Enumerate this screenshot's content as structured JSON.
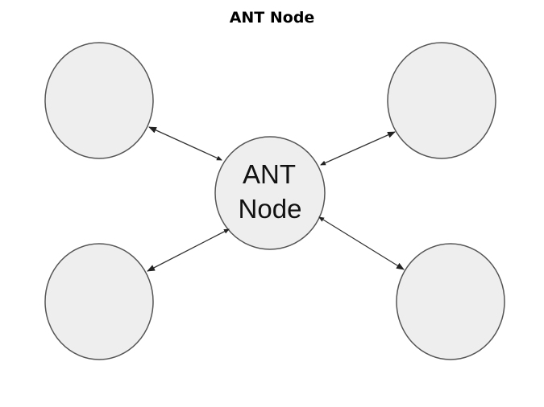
{
  "title": "ANT Node",
  "diagram": {
    "center_node": {
      "label_lines": [
        "ANT",
        "Node"
      ]
    },
    "peripheral_nodes": [
      {
        "position": "top-left",
        "label": ""
      },
      {
        "position": "top-right",
        "label": ""
      },
      {
        "position": "bottom-left",
        "label": ""
      },
      {
        "position": "bottom-right",
        "label": ""
      }
    ],
    "connections": [
      {
        "from": "center",
        "to": "top-left",
        "direction": "bidirectional"
      },
      {
        "from": "center",
        "to": "top-right",
        "direction": "bidirectional"
      },
      {
        "from": "center",
        "to": "bottom-left",
        "direction": "bidirectional"
      },
      {
        "from": "center",
        "to": "bottom-right",
        "direction": "bidirectional"
      }
    ],
    "colors": {
      "node_fill": "#eeeeee",
      "node_stroke": "#555555",
      "arrow": "#333333"
    }
  }
}
